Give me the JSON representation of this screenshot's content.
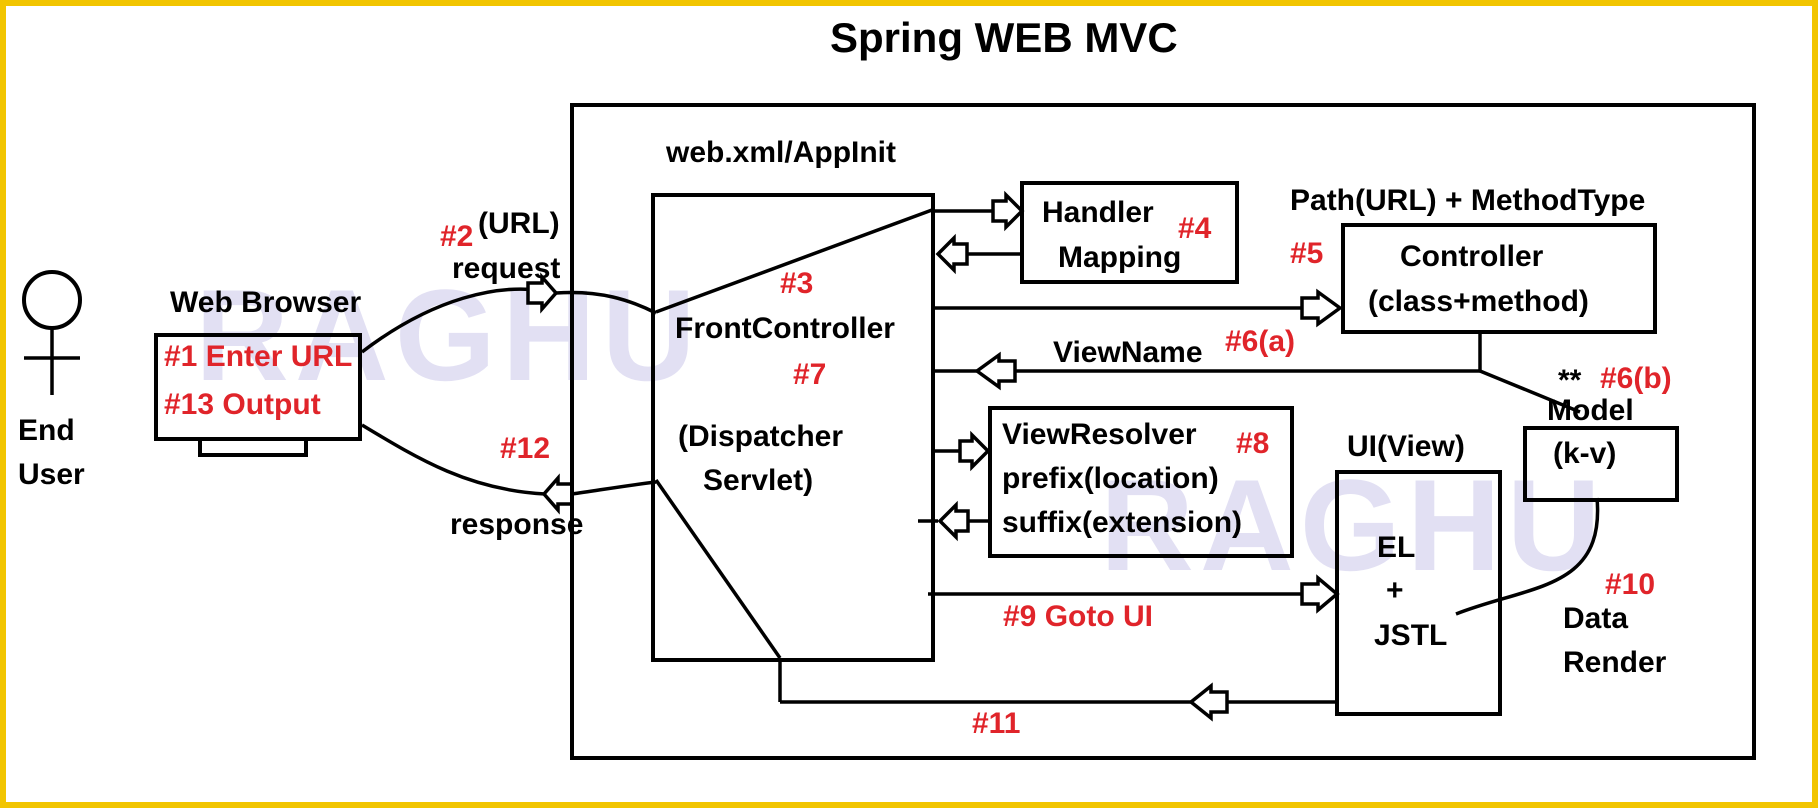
{
  "diagram": {
    "title": "Spring WEB MVC",
    "watermark": "RAGHU",
    "colors": {
      "border": "#f2c500",
      "text": "#000000",
      "step": "#e0242a",
      "watermark": "#d9d6f0"
    },
    "actor": {
      "line1": "End",
      "line2": "User"
    },
    "browser": {
      "label": "Web Browser",
      "step1": "#1 Enter URL",
      "step13": "#13 Output"
    },
    "container_label": "web.xml/AppInit",
    "front_controller": {
      "name": "FrontController",
      "line1": "(Dispatcher",
      "line2": "Servlet)",
      "step3": "#3",
      "step7": "#7"
    },
    "request": {
      "step": "#2",
      "url_label": "(URL)",
      "label": "request"
    },
    "response": {
      "step": "#12",
      "label": "response"
    },
    "handler_mapping": {
      "line1": "Handler",
      "line2": "Mapping",
      "step": "#4"
    },
    "controller": {
      "header": "Path(URL) + MethodType",
      "step": "#5",
      "line1": "Controller",
      "line2": "(class+method)"
    },
    "view_name": {
      "label": "ViewName",
      "step": "#6(a)"
    },
    "model": {
      "stars": "**",
      "step": "#6(b)",
      "label": "Model",
      "content": "(k-v)"
    },
    "view_resolver": {
      "line1": "ViewResolver",
      "line2": "prefix(location)",
      "line3": "suffix(extension)",
      "step": "#8"
    },
    "ui_view": {
      "label": "UI(View)",
      "line1": "EL",
      "line2": "+",
      "line3": "JSTL"
    },
    "goto_ui": {
      "step": "#9 Goto UI"
    },
    "data_render": {
      "step": "#10",
      "line1": "Data",
      "line2": "Render"
    },
    "return_flow": {
      "step": "#11"
    }
  }
}
